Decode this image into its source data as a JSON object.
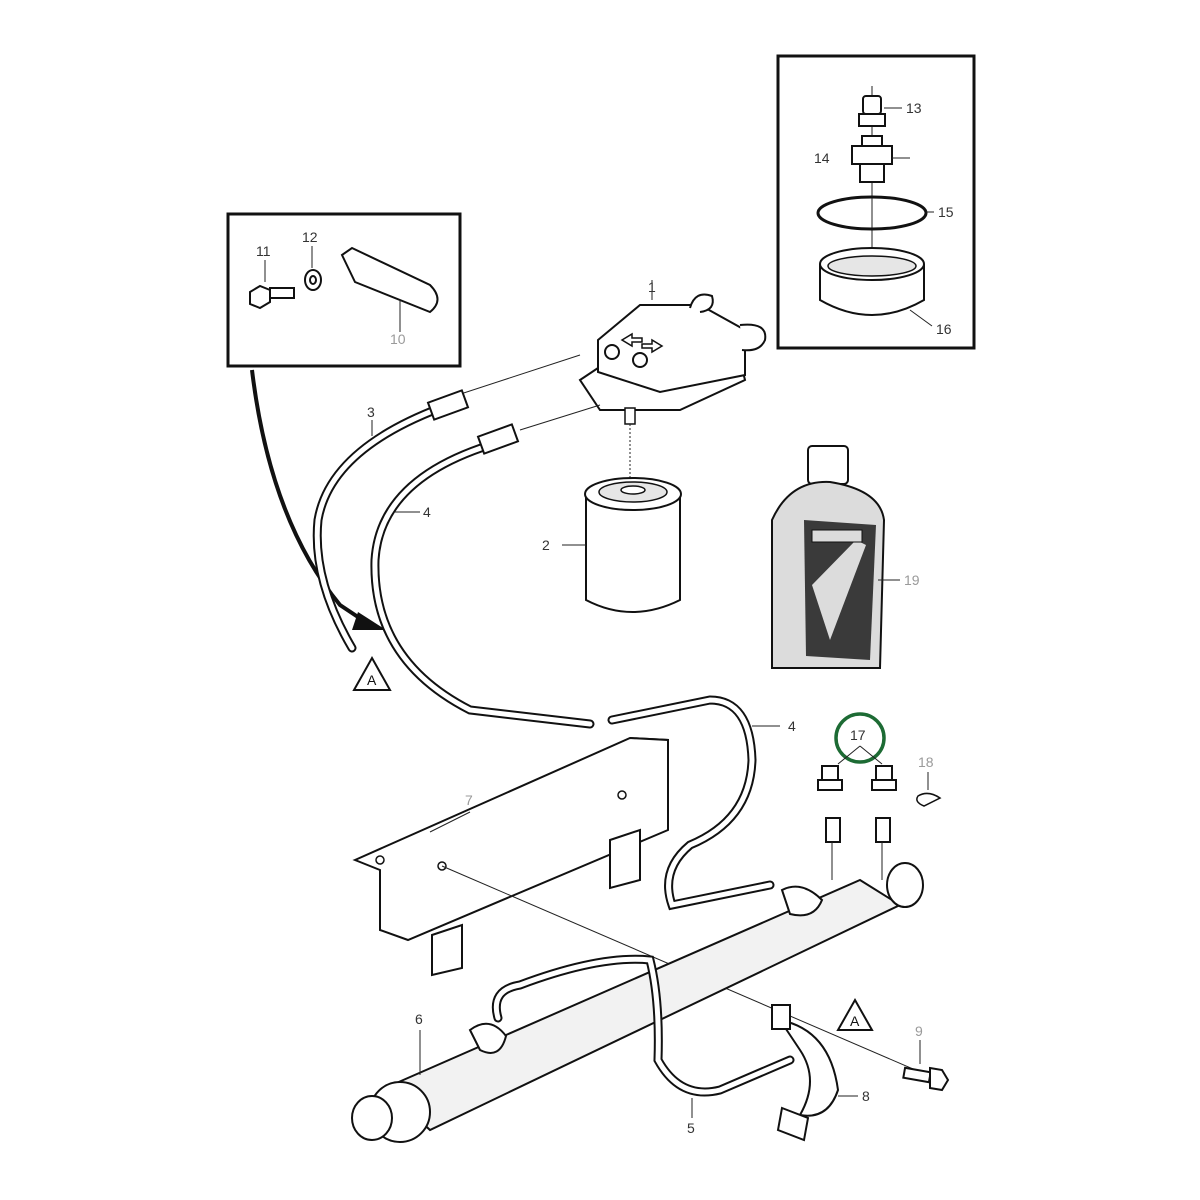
{
  "colors": {
    "line": "#111111",
    "callout_text": "#333333",
    "callout_grey": "#9a9a9a",
    "highlight_ring": "#1d6b34",
    "bottle_label": "#3a3a3a",
    "bottle_body": "#dcdcdc"
  },
  "callouts": {
    "c1": "1",
    "c2": "2",
    "c3": "3",
    "c4a": "4",
    "c4b": "4",
    "c5": "5",
    "c6": "6",
    "c7": "7",
    "c8": "8",
    "c9": "9",
    "c10": "10",
    "c11": "11",
    "c12": "12",
    "c13": "13",
    "c14": "14",
    "c15": "15",
    "c16": "16",
    "c17": "17",
    "c18": "18",
    "c19": "19"
  },
  "markers": {
    "a1": "A",
    "a2": "A"
  }
}
